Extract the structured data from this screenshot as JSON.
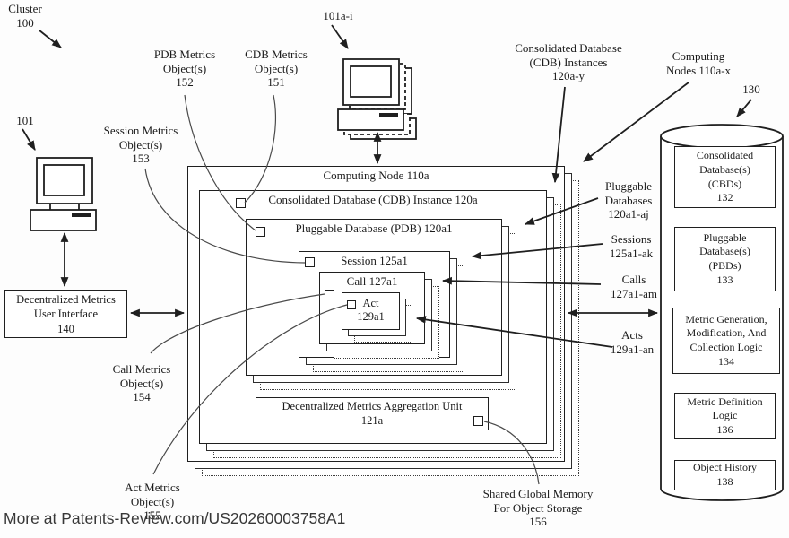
{
  "figure": {
    "type": "patent-architecture-diagram",
    "watermark": "More at Patents-Review.com/US20260003758A1"
  },
  "labels": {
    "cluster": "Cluster\n100",
    "computer_left": "101",
    "computer_top": "101a-i",
    "pdb_metrics": "PDB Metrics\nObject(s)\n152",
    "cdb_metrics": "CDB Metrics\nObject(s)\n151",
    "session_metrics": "Session Metrics\nObject(s)\n153",
    "cdb_instances": "Consolidated Database\n(CDB) Instances\n120a-y",
    "computing_nodes": "Computing\nNodes 110a-x",
    "storage": "130",
    "pluggable_databases": "Pluggable\nDatabases\n120a1-aj",
    "sessions": "Sessions\n125a1-ak",
    "calls": "Calls\n127a1-am",
    "acts": "Acts\n129a1-an",
    "call_metrics": "Call Metrics\nObject(s)\n154",
    "act_metrics": "Act Metrics\nObject(s)\n155",
    "shared_global_memory": "Shared Global Memory\nFor Object Storage\n156"
  },
  "boxes": {
    "computing_node": "Computing Node 110a",
    "cdb_instance": "Consolidated Database (CDB) Instance 120a",
    "pdb": "Pluggable Database (PDB) 120a1",
    "session": "Session 125a1",
    "call": "Call  127a1",
    "act": "Act\n129a1",
    "aggregation_unit": "Decentralized Metrics Aggregation Unit\n121a",
    "metrics_ui": "Decentralized Metrics\nUser Interface\n140"
  },
  "storage_items": {
    "cbds": "Consolidated\nDatabase(s)\n(CBDs)\n132",
    "pbds": "Pluggable\nDatabase(s)\n(PBDs)\n133",
    "metric_gen_logic": "Metric Generation,\nModification, And\nCollection Logic\n134",
    "metric_def_logic": "Metric Definition\nLogic\n136",
    "object_history": "Object History\n138"
  },
  "colors": {
    "ink": "#1f1f1f",
    "paper": "#fdfdfd",
    "watermark": "#383838"
  }
}
